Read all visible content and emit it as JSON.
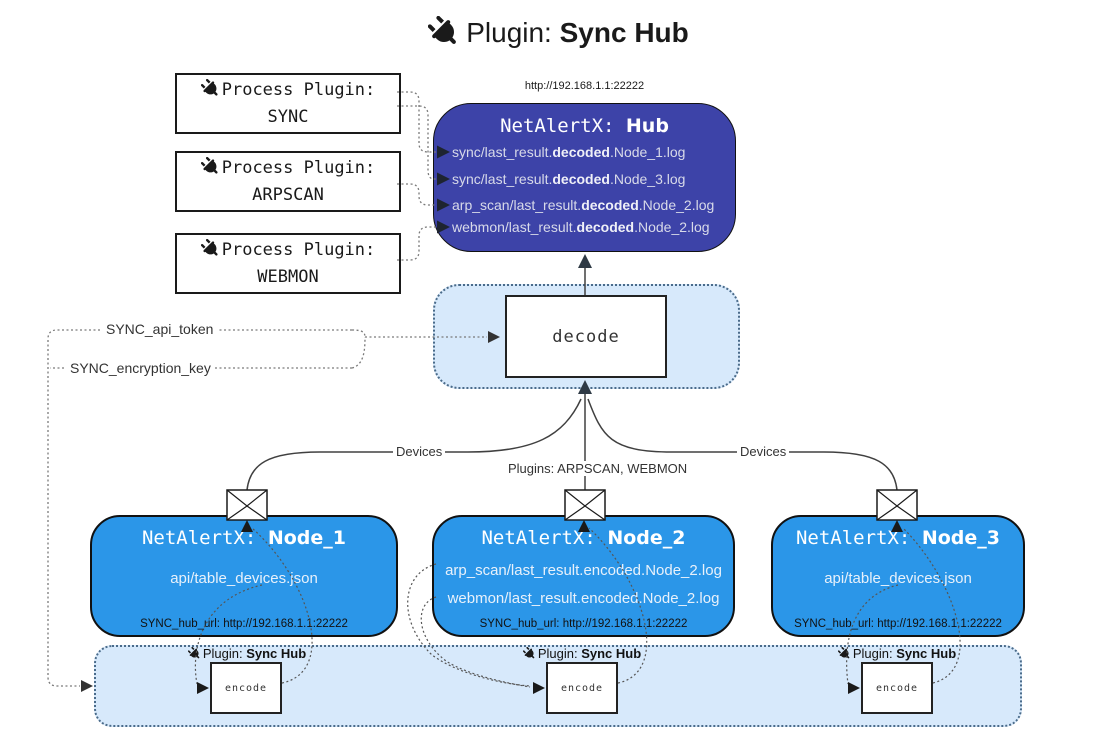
{
  "title": {
    "icon": "plug-icon",
    "prefix": "Plugin:",
    "name": "Sync Hub"
  },
  "process_plugins": [
    {
      "label": "Process Plugin:",
      "name": "SYNC"
    },
    {
      "label": "Process Plugin:",
      "name": "ARPSCAN"
    },
    {
      "label": "Process Plugin:",
      "name": "WEBMON"
    }
  ],
  "hub": {
    "url_label": "http://192.168.1.1:22222",
    "title_prefix": "NetAlertX:",
    "title_name": "Hub",
    "entries": [
      {
        "pre": "sync/last_result.",
        "bold": "decoded",
        "post": ".Node_1.log"
      },
      {
        "pre": "sync/last_result.",
        "bold": "decoded",
        "post": ".Node_3.log"
      },
      {
        "pre": "arp_scan/last_result.",
        "bold": "decoded",
        "post": ".Node_2.log"
      },
      {
        "pre": "webmon/last_result.",
        "bold": "decoded",
        "post": ".Node_2.log"
      }
    ]
  },
  "decode_label": "decode",
  "encode_label": "encode",
  "sync_hub_plugin_label": {
    "prefix": "Plugin:",
    "name": "Sync Hub"
  },
  "settings": {
    "api_token": "SYNC_api_token",
    "encryption_key": "SYNC_encryption_key"
  },
  "edges": {
    "left": "Devices",
    "middle": "Plugins: ARPSCAN, WEBMON",
    "right": "Devices"
  },
  "nodes": [
    {
      "title_prefix": "NetAlertX:",
      "title_name": "Node_1",
      "files": [
        "api/table_devices.json"
      ],
      "hub_url": "SYNC_hub_url: http://192.168.1.1:22222"
    },
    {
      "title_prefix": "NetAlertX:",
      "title_name": "Node_2",
      "files": [
        "arp_scan/last_result.encoded.Node_2.log",
        "webmon/last_result.encoded.Node_2.log"
      ],
      "hub_url": "SYNC_hub_url: http://192.168.1.1:22222"
    },
    {
      "title_prefix": "NetAlertX:",
      "title_name": "Node_3",
      "files": [
        "api/table_devices.json"
      ],
      "hub_url": "SYNC_hub_url: http://192.168.1.1:22222"
    }
  ],
  "colors": {
    "hub_bg": "#3D43A8",
    "node_bg": "#2B96E8",
    "band_bg": "#D7E9FB",
    "hub_text": "#D8DAE9",
    "line": "#404040",
    "dotted_line": "#777777"
  }
}
